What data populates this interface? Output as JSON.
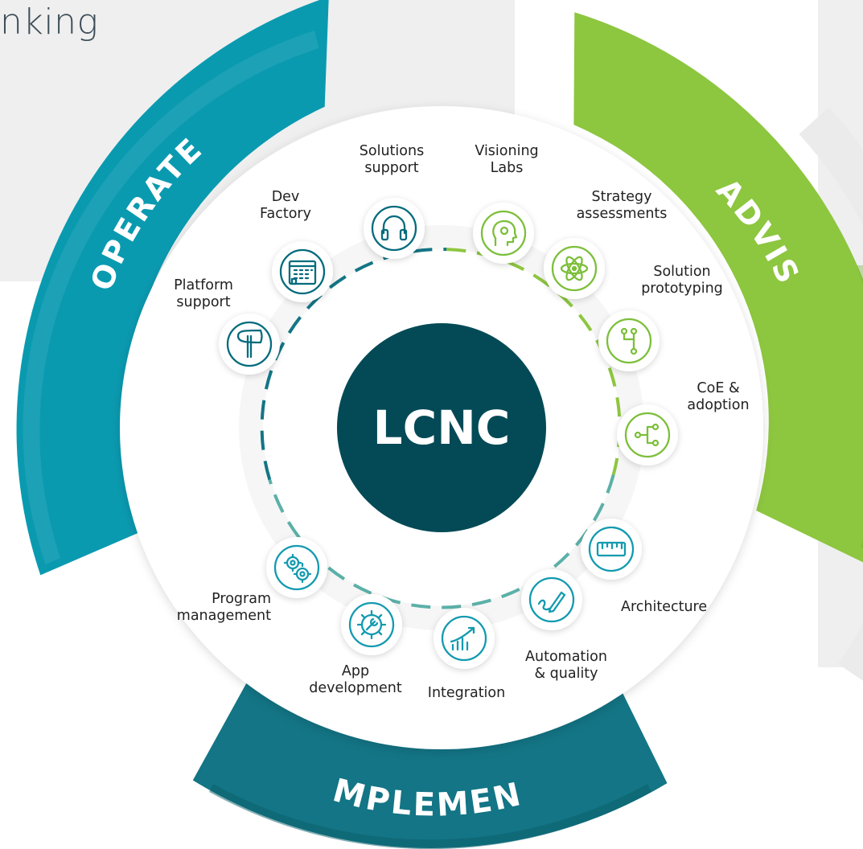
{
  "header": {
    "title": "nking"
  },
  "center": {
    "label": "LCNC"
  },
  "phases": {
    "operate": "OPERATE",
    "advise": "ADVISE",
    "implement": "IMPLEMENT"
  },
  "colors": {
    "operate": "#0a9ab0",
    "advise": "#8dc63f",
    "implement": "#137585",
    "center": "#034a56"
  },
  "items": [
    {
      "id": "solutions-support",
      "line1": "Solutions",
      "line2": "support",
      "icon": "headphones-icon",
      "color": "#036b7d"
    },
    {
      "id": "visioning-labs",
      "line1": "Visioning",
      "line2": "Labs",
      "icon": "head-gear-icon",
      "color": "#7cbf3a"
    },
    {
      "id": "strategy-assessments",
      "line1": "Strategy",
      "line2": "assessments",
      "icon": "atom-icon",
      "color": "#7cbf3a"
    },
    {
      "id": "solution-prototyping",
      "line1": "Solution",
      "line2": "prototyping",
      "icon": "branch-icon",
      "color": "#7cbf3a"
    },
    {
      "id": "coe-adoption",
      "line1": "CoE &",
      "line2": "adoption",
      "icon": "network-icon",
      "color": "#7cbf3a"
    },
    {
      "id": "architecture",
      "line1": "Architecture",
      "line2": "",
      "icon": "ruler-icon",
      "color": "#139ab0"
    },
    {
      "id": "automation-quality",
      "line1": "Automation",
      "line2": "& quality",
      "icon": "pen-icon",
      "color": "#139ab0"
    },
    {
      "id": "integration",
      "line1": "Integration",
      "line2": "",
      "icon": "growth-chart-icon",
      "color": "#139ab0"
    },
    {
      "id": "app-development",
      "line1": "App",
      "line2": "development",
      "icon": "gear-wrench-icon",
      "color": "#139ab0"
    },
    {
      "id": "program-management",
      "line1": "Program",
      "line2": "management",
      "icon": "gears-icon",
      "color": "#139ab0"
    },
    {
      "id": "platform-support",
      "line1": "Platform",
      "line2": "support",
      "icon": "axe-icon",
      "color": "#036b7d"
    },
    {
      "id": "dev-factory",
      "line1": "Dev",
      "line2": "Factory",
      "icon": "building-icon",
      "color": "#036b7d"
    }
  ]
}
